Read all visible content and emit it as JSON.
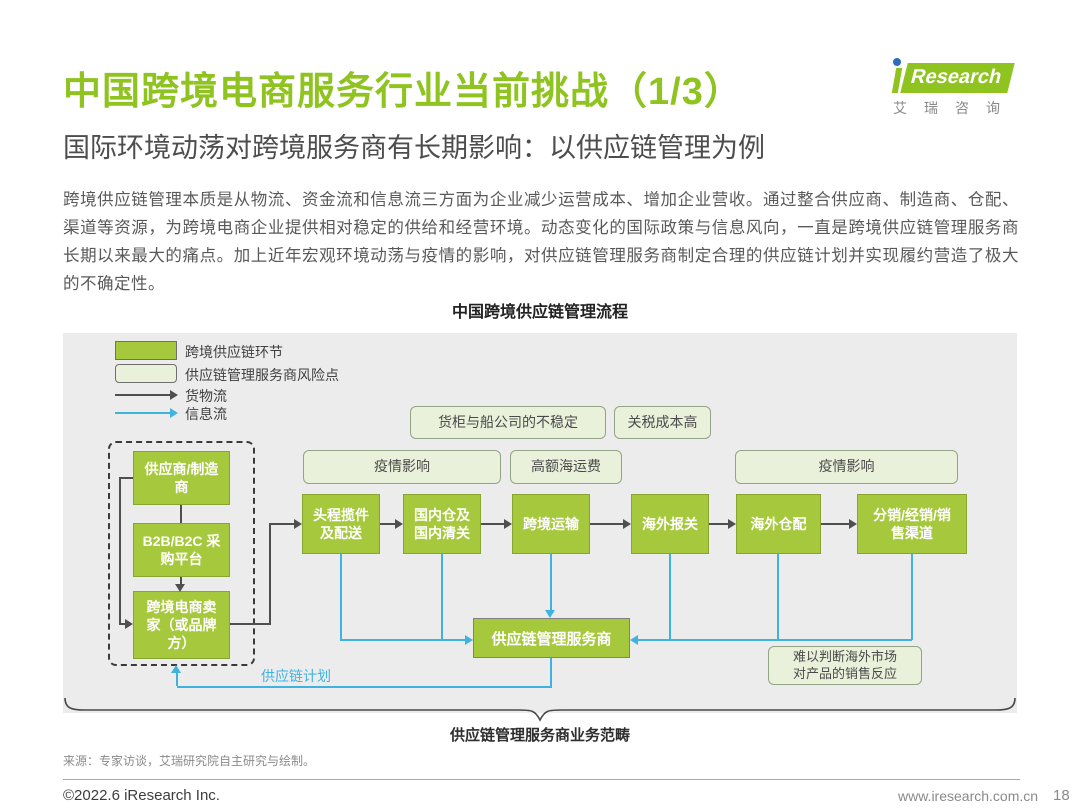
{
  "header": {
    "title": "中国跨境电商服务行业当前挑战（1/3）",
    "subtitle": "国际环境动荡对跨境服务商有长期影响：以供应链管理为例",
    "logo": {
      "i_letter": "i",
      "brand": "Research",
      "caption": "艾瑞咨询"
    }
  },
  "intro": {
    "paragraph": "跨境供应链管理本质是从物流、资金流和信息流三方面为企业减少运营成本、增加企业营收。通过整合供应商、制造商、仓配、渠道等资源，为跨境电商企业提供相对稳定的供给和经营环境。动态变化的国际政策与信息风向，一直是跨境供应链管理服务商长期以来最大的痛点。加上近年宏观环境动荡与疫情的影响，对供应链管理服务商制定合理的供应链计划并实现履约营造了极大的不确定性。"
  },
  "diagram": {
    "title": "中国跨境供应链管理流程",
    "legend": [
      {
        "label": "跨境供应链环节"
      },
      {
        "label": "供应链管理服务商风险点"
      },
      {
        "label": "货物流"
      },
      {
        "label": "信息流"
      }
    ],
    "risks": {
      "row1": [
        "货柜与船公司的不稳定",
        "关税成本高"
      ],
      "row2": [
        "疫情影响",
        "高额海运费",
        "疫情影响"
      ],
      "bottom": "难以判断海外市场对产品的销售反应"
    },
    "chain": [
      "供应商/制造商",
      "B2B/B2C 采购平台",
      "跨境电商卖家（或品牌方）"
    ],
    "flow": [
      "头程揽件及配送",
      "国内仓及国内清关",
      "跨境运输",
      "海外报关",
      "海外仓配",
      "分销/经销/销售渠道"
    ],
    "service": "供应链管理服务商",
    "plan_label": "供应链计划",
    "scope_label": "供应链管理服务商业务范畴",
    "colors": {
      "chain_green": "#a6c83c",
      "risk_green": "#e9f1db",
      "info_blue": "#3fb3e0",
      "brand_green": "#8fc31f",
      "goods_gray": "#4f4f4f"
    }
  },
  "footer": {
    "source": "来源：专家访谈，艾瑞研究院自主研究与绘制。",
    "copyright": "©2022.6 iResearch Inc.",
    "site": "www.iresearch.com.cn",
    "page": "18"
  }
}
